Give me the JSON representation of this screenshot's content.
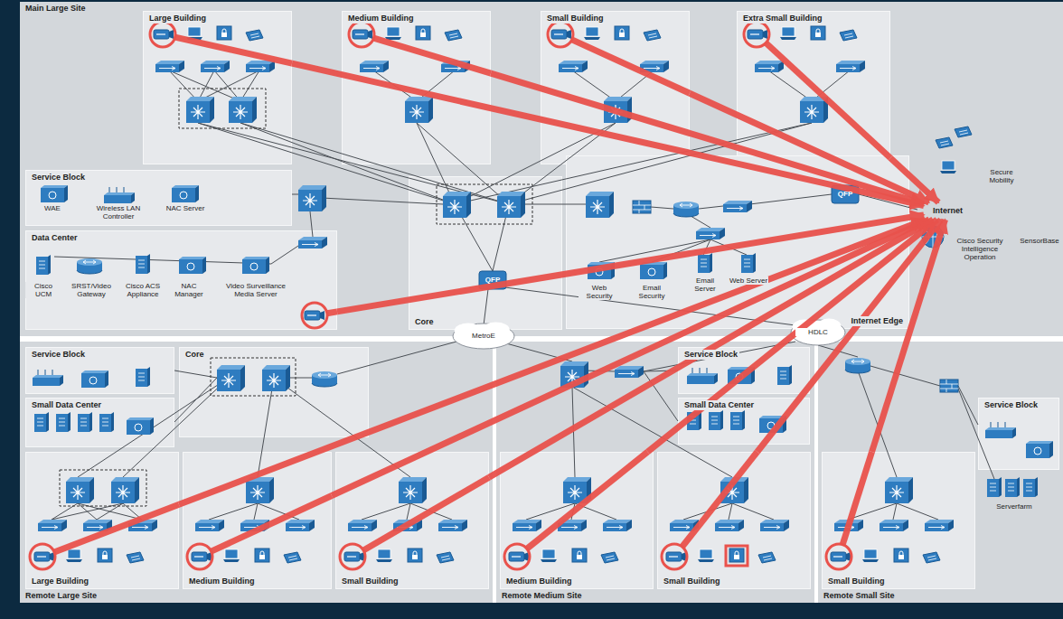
{
  "diagram": {
    "nodes": [
      {
        "text": [
          "Main Large Site"
        ]
      },
      {
        "text": [
          "Large Building"
        ],
        "in": 0
      },
      {
        "text": [
          "Medium Building"
        ],
        "in": 0
      },
      {
        "text": [
          "Small Building"
        ],
        "in": 0
      },
      {
        "text": [
          "Extra Small Building"
        ],
        "in": 0
      },
      {
        "text": [
          "Service Block"
        ],
        "in": 0
      },
      {
        "text": [
          "Data Center"
        ],
        "in": 0
      },
      {
        "text": [
          "Core"
        ],
        "in": 0
      },
      {
        "text": [
          "Internet Edge"
        ],
        "in": 0
      },
      {
        "text": [
          "Internet"
        ],
        "in": 0
      },
      {
        "text": [
          "Remote Large Site"
        ]
      },
      {
        "text": [
          "Service Block"
        ],
        "in": 10
      },
      {
        "text": [
          "Core"
        ],
        "in": 10
      },
      {
        "text": [
          "Small Data Center"
        ],
        "in": 10
      },
      {
        "text": [
          "Large Building"
        ],
        "in": 10
      },
      {
        "text": [
          "Medium Building"
        ],
        "in": 10
      },
      {
        "text": [
          "Small Building"
        ],
        "in": 10
      },
      {
        "text": [
          "Remote Medium Site"
        ]
      },
      {
        "text": [
          "Service Block"
        ],
        "in": 17
      },
      {
        "text": [
          "Small Data Center"
        ],
        "in": 17
      },
      {
        "text": [
          "Medium Building"
        ],
        "in": 17
      },
      {
        "text": [
          "Small Building"
        ],
        "in": 17
      },
      {
        "text": [
          "Remote Small Site"
        ]
      },
      {
        "text": [
          "Service Block"
        ],
        "in": 22
      },
      {
        "text": [
          "Small Building"
        ],
        "in": 22
      }
    ],
    "edges": [
      {
        "from": 1,
        "to": 9,
        "arrow": "to"
      },
      {
        "from": 2,
        "to": 9,
        "arrow": "to"
      },
      {
        "from": 3,
        "to": 9,
        "arrow": "to"
      },
      {
        "from": 4,
        "to": 9,
        "arrow": "to"
      },
      {
        "from": 6,
        "to": 9,
        "arrow": "to"
      },
      {
        "from": 14,
        "to": 9,
        "arrow": "to"
      },
      {
        "from": 15,
        "to": 9,
        "arrow": "to"
      },
      {
        "from": 16,
        "to": 9,
        "arrow": "to"
      },
      {
        "from": 20,
        "to": 9,
        "arrow": "to"
      },
      {
        "from": 21,
        "to": 9,
        "arrow": "to"
      },
      {
        "from": 24,
        "to": 9,
        "arrow": "to"
      }
    ],
    "labels": [
      "Secure Mobility",
      "WAE",
      "Wireless LAN Controller",
      "NAC Server",
      "QFP",
      "Cisco Security Intelligence Operation",
      "SensorBase",
      "Cisco UCM",
      "SRST/Video Gateway",
      "Cisco ACS Appliance",
      "NAC Manager",
      "Video Surveillance Media Server",
      "Web Security",
      "Email Security",
      "Email Server",
      "Web Server",
      "QFP",
      "MetroE",
      "HDLC",
      "Serverfarm"
    ]
  }
}
